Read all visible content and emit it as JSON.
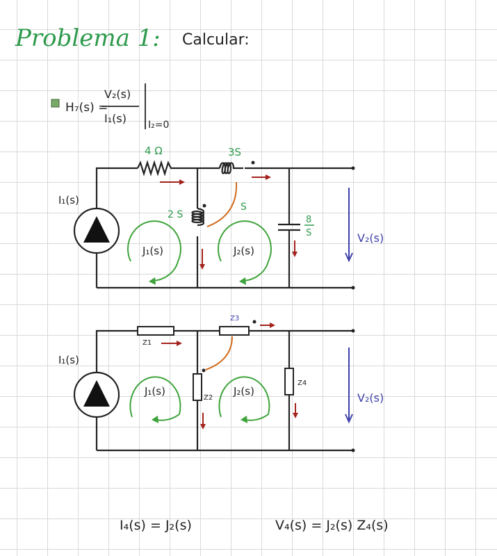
{
  "header": {
    "title": "Problema 1:",
    "subtitle": "Calcular:"
  },
  "formula": {
    "lhs": "H₇(s) =",
    "numerator": "V₂(s)",
    "denominator": "I₁(s)",
    "condition": "I₂=0"
  },
  "circuit1": {
    "source_label": "I₁(s)",
    "resistor_label": "4 Ω",
    "series_inductor_label": "3S",
    "shunt_inductor_label": "2 S",
    "mutual_label": "S",
    "capacitor_label_num": "8",
    "capacitor_label_den": "S",
    "loop1_label": "J₁(s)",
    "loop2_label": "J₂(s)",
    "output_voltage_label": "V₂(s)"
  },
  "circuit2": {
    "source_label": "I₁(s)",
    "z1_label": "Z1",
    "z2_label": "Z2",
    "z3_label": "Z3",
    "z4_label": "Z4",
    "loop1_label": "J₁(s)",
    "loop2_label": "J₂(s)",
    "output_voltage_label": "V₂(s)"
  },
  "equations": {
    "left": "I₄(s) = J₂(s)",
    "right": "V₄(s) = J₂(s) Z₄(s)"
  },
  "colors": {
    "title_green": "#2e9a4c",
    "loop_green": "#3ea33a",
    "current_red": "#a3221c",
    "voltage_blue": "#3b3fa8",
    "coupling_orange": "#d06b1e"
  }
}
